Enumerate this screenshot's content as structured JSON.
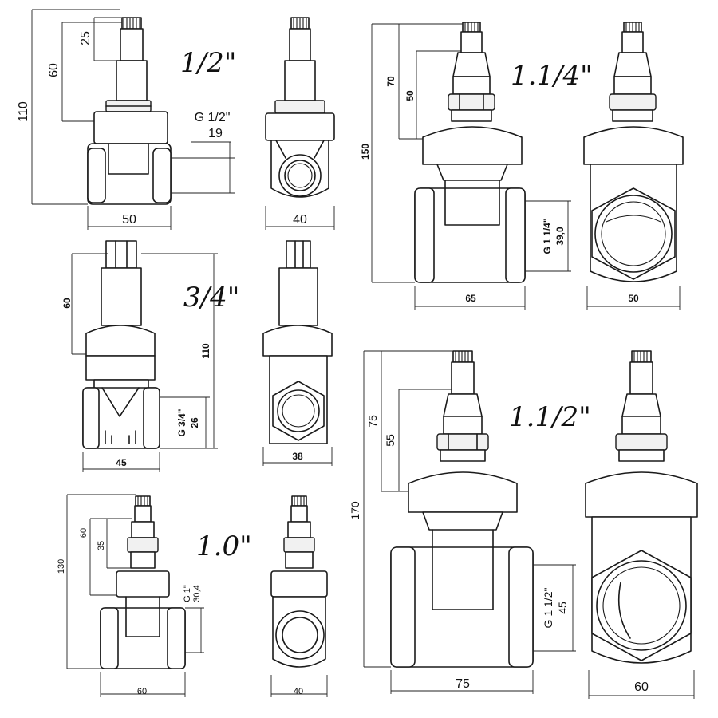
{
  "sizes": {
    "half": "1/2\"",
    "three_quarter": "3/4\"",
    "one": "1.0\"",
    "one_quarter": "1.1/4\"",
    "one_half": "1.1/2\""
  },
  "half": {
    "total_height": "110",
    "stem_height": "60",
    "top_height": "25",
    "thread_label": "G 1/2\"",
    "thread_value": "19",
    "length": "50",
    "width": "40"
  },
  "three_quarter": {
    "stem_height": "60",
    "total_height": "110",
    "thread_label": "G 3/4\"",
    "thread_value": "26",
    "length": "45",
    "width": "38"
  },
  "one": {
    "total_height": "130",
    "stem_height": "60",
    "top_height": "35",
    "thread_label": "G 1\"",
    "thread_value": "30,4",
    "length": "60",
    "width": "40"
  },
  "one_quarter": {
    "total_height": "150",
    "stem_height": "70",
    "top_height": "50",
    "thread_label": "G 1 1/4\"",
    "thread_value": "39,0",
    "length": "65",
    "width": "50"
  },
  "one_half": {
    "total_height": "170",
    "stem_height": "75",
    "top_height": "55",
    "thread_label": "G 1 1/2\"",
    "thread_value": "45",
    "length": "75",
    "width": "60"
  }
}
